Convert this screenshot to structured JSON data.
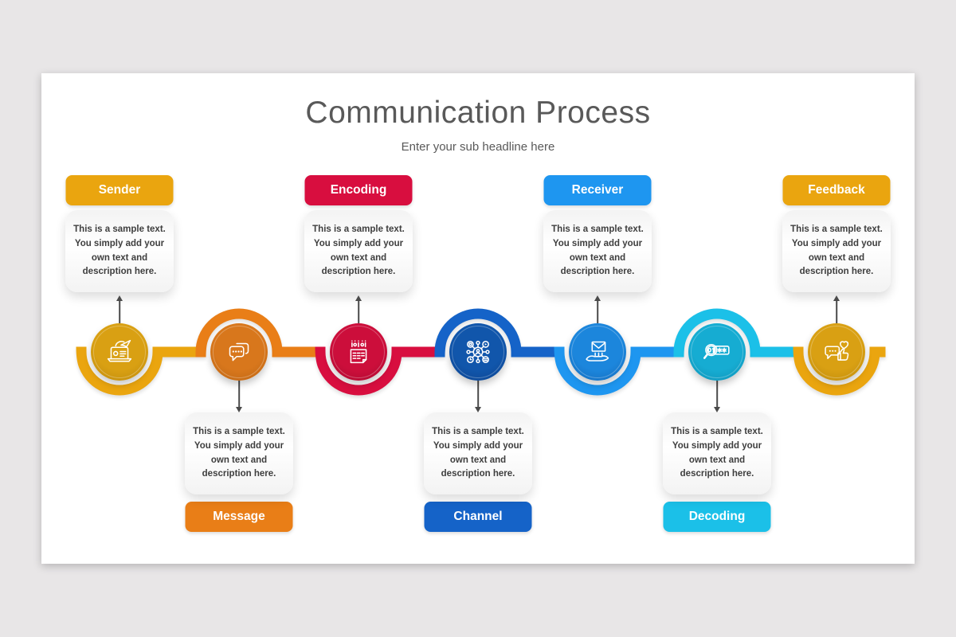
{
  "canvas": {
    "background": "#E8E6E7"
  },
  "slide": {
    "background": "#FFFFFF"
  },
  "header": {
    "title": "Communication Process",
    "subtitle": "Enter your sub headline here"
  },
  "steps": [
    {
      "label": "Sender",
      "position": "top",
      "icon": "laptop-send-icon",
      "color": "#EAA50F",
      "circle_center": "#D9A013",
      "circle_edge": "#BB880B",
      "description": "This is a sample text.\nYou simply add your\nown text and\ndescription here."
    },
    {
      "label": "Message",
      "position": "bottom",
      "icon": "chat-bubbles-icon",
      "color": "#E97E17",
      "circle_center": "#D8771C",
      "circle_edge": "#B96414",
      "description": "This is a sample text.\nYou simply add your\nown text and\ndescription here."
    },
    {
      "label": "Encoding",
      "position": "top",
      "icon": "binary-document-icon",
      "color": "#D80E3F",
      "circle_center": "#CC0E3B",
      "circle_edge": "#A80A2F",
      "description": "This is a sample text.\nYou simply add your\nown text and\ndescription here."
    },
    {
      "label": "Channel",
      "position": "bottom",
      "icon": "network-hub-icon",
      "color": "#1563C8",
      "circle_center": "#1156AB",
      "circle_edge": "#0C418C",
      "description": "This is a sample text.\nYou simply add your\nown text and\ndescription here."
    },
    {
      "label": "Receiver",
      "position": "top",
      "icon": "mail-hand-icon",
      "color": "#1E96F0",
      "circle_center": "#1C86DC",
      "circle_edge": "#1468B8",
      "description": "This is a sample text.\nYou simply add your\nown text and\ndescription here."
    },
    {
      "label": "Decoding",
      "position": "bottom",
      "icon": "search-decode-icon",
      "color": "#1BC0E8",
      "circle_center": "#16ACD2",
      "circle_edge": "#0F8FB4",
      "description": "This is a sample text.\nYou simply add your\nown text and\ndescription here."
    },
    {
      "label": "Feedback",
      "position": "top",
      "icon": "review-thumbs-icon",
      "color": "#EAA50F",
      "circle_center": "#D9A013",
      "circle_edge": "#BB880B",
      "description": "This is a sample text.\nYou simply add your\nown text and\ndescription here."
    }
  ]
}
